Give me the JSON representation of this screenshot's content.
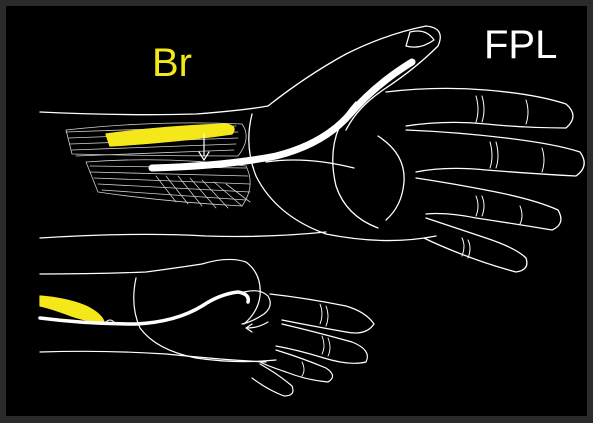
{
  "labels": {
    "br": "Br",
    "fpl": "FPL"
  },
  "colors": {
    "background": "#000000",
    "frame": "#2b2b2b",
    "outline": "#ffffff",
    "brachioradialis": "#f5e81a",
    "tendon": "#ffffff"
  },
  "figure": {
    "views": [
      "upper-hand",
      "lower-hand"
    ]
  }
}
